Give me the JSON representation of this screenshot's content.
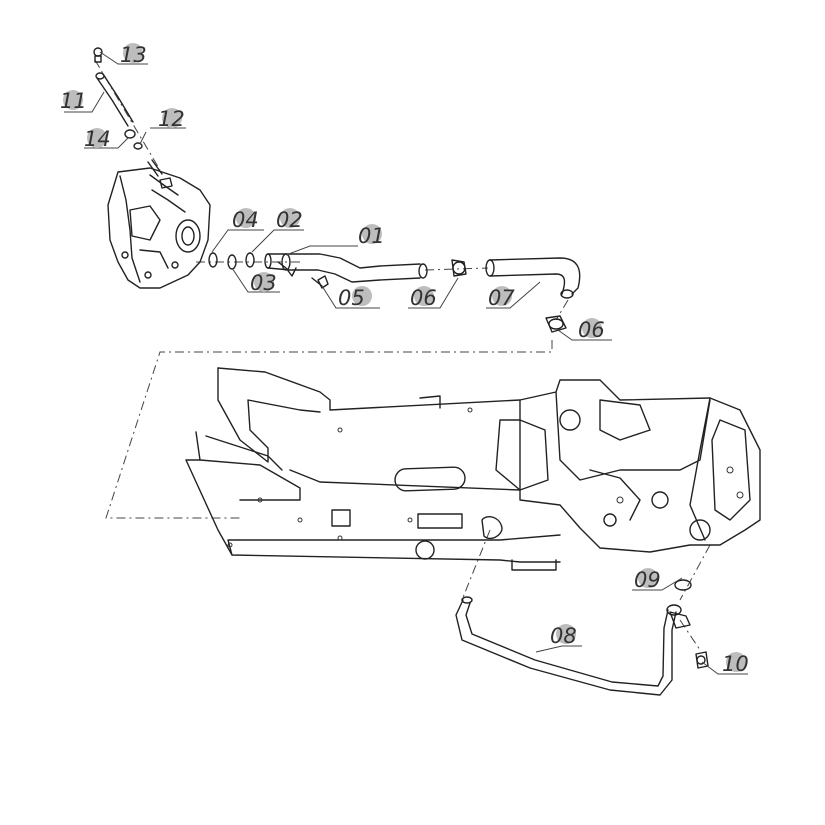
{
  "diagram": {
    "callouts": [
      {
        "id": "13",
        "text": "13"
      },
      {
        "id": "11",
        "text": "11"
      },
      {
        "id": "12",
        "text": "12"
      },
      {
        "id": "14",
        "text": "14"
      },
      {
        "id": "04",
        "text": "04"
      },
      {
        "id": "02",
        "text": "02"
      },
      {
        "id": "01",
        "text": "01"
      },
      {
        "id": "03",
        "text": "03"
      },
      {
        "id": "05",
        "text": "05"
      },
      {
        "id": "06a",
        "text": "06"
      },
      {
        "id": "07",
        "text": "07"
      },
      {
        "id": "06b",
        "text": "06"
      },
      {
        "id": "09",
        "text": "09"
      },
      {
        "id": "08",
        "text": "08"
      },
      {
        "id": "10",
        "text": "10"
      }
    ],
    "colors": {
      "line": "#222222",
      "label": "#333333",
      "bubble": "#bdbdbd",
      "background": "#ffffff"
    }
  }
}
